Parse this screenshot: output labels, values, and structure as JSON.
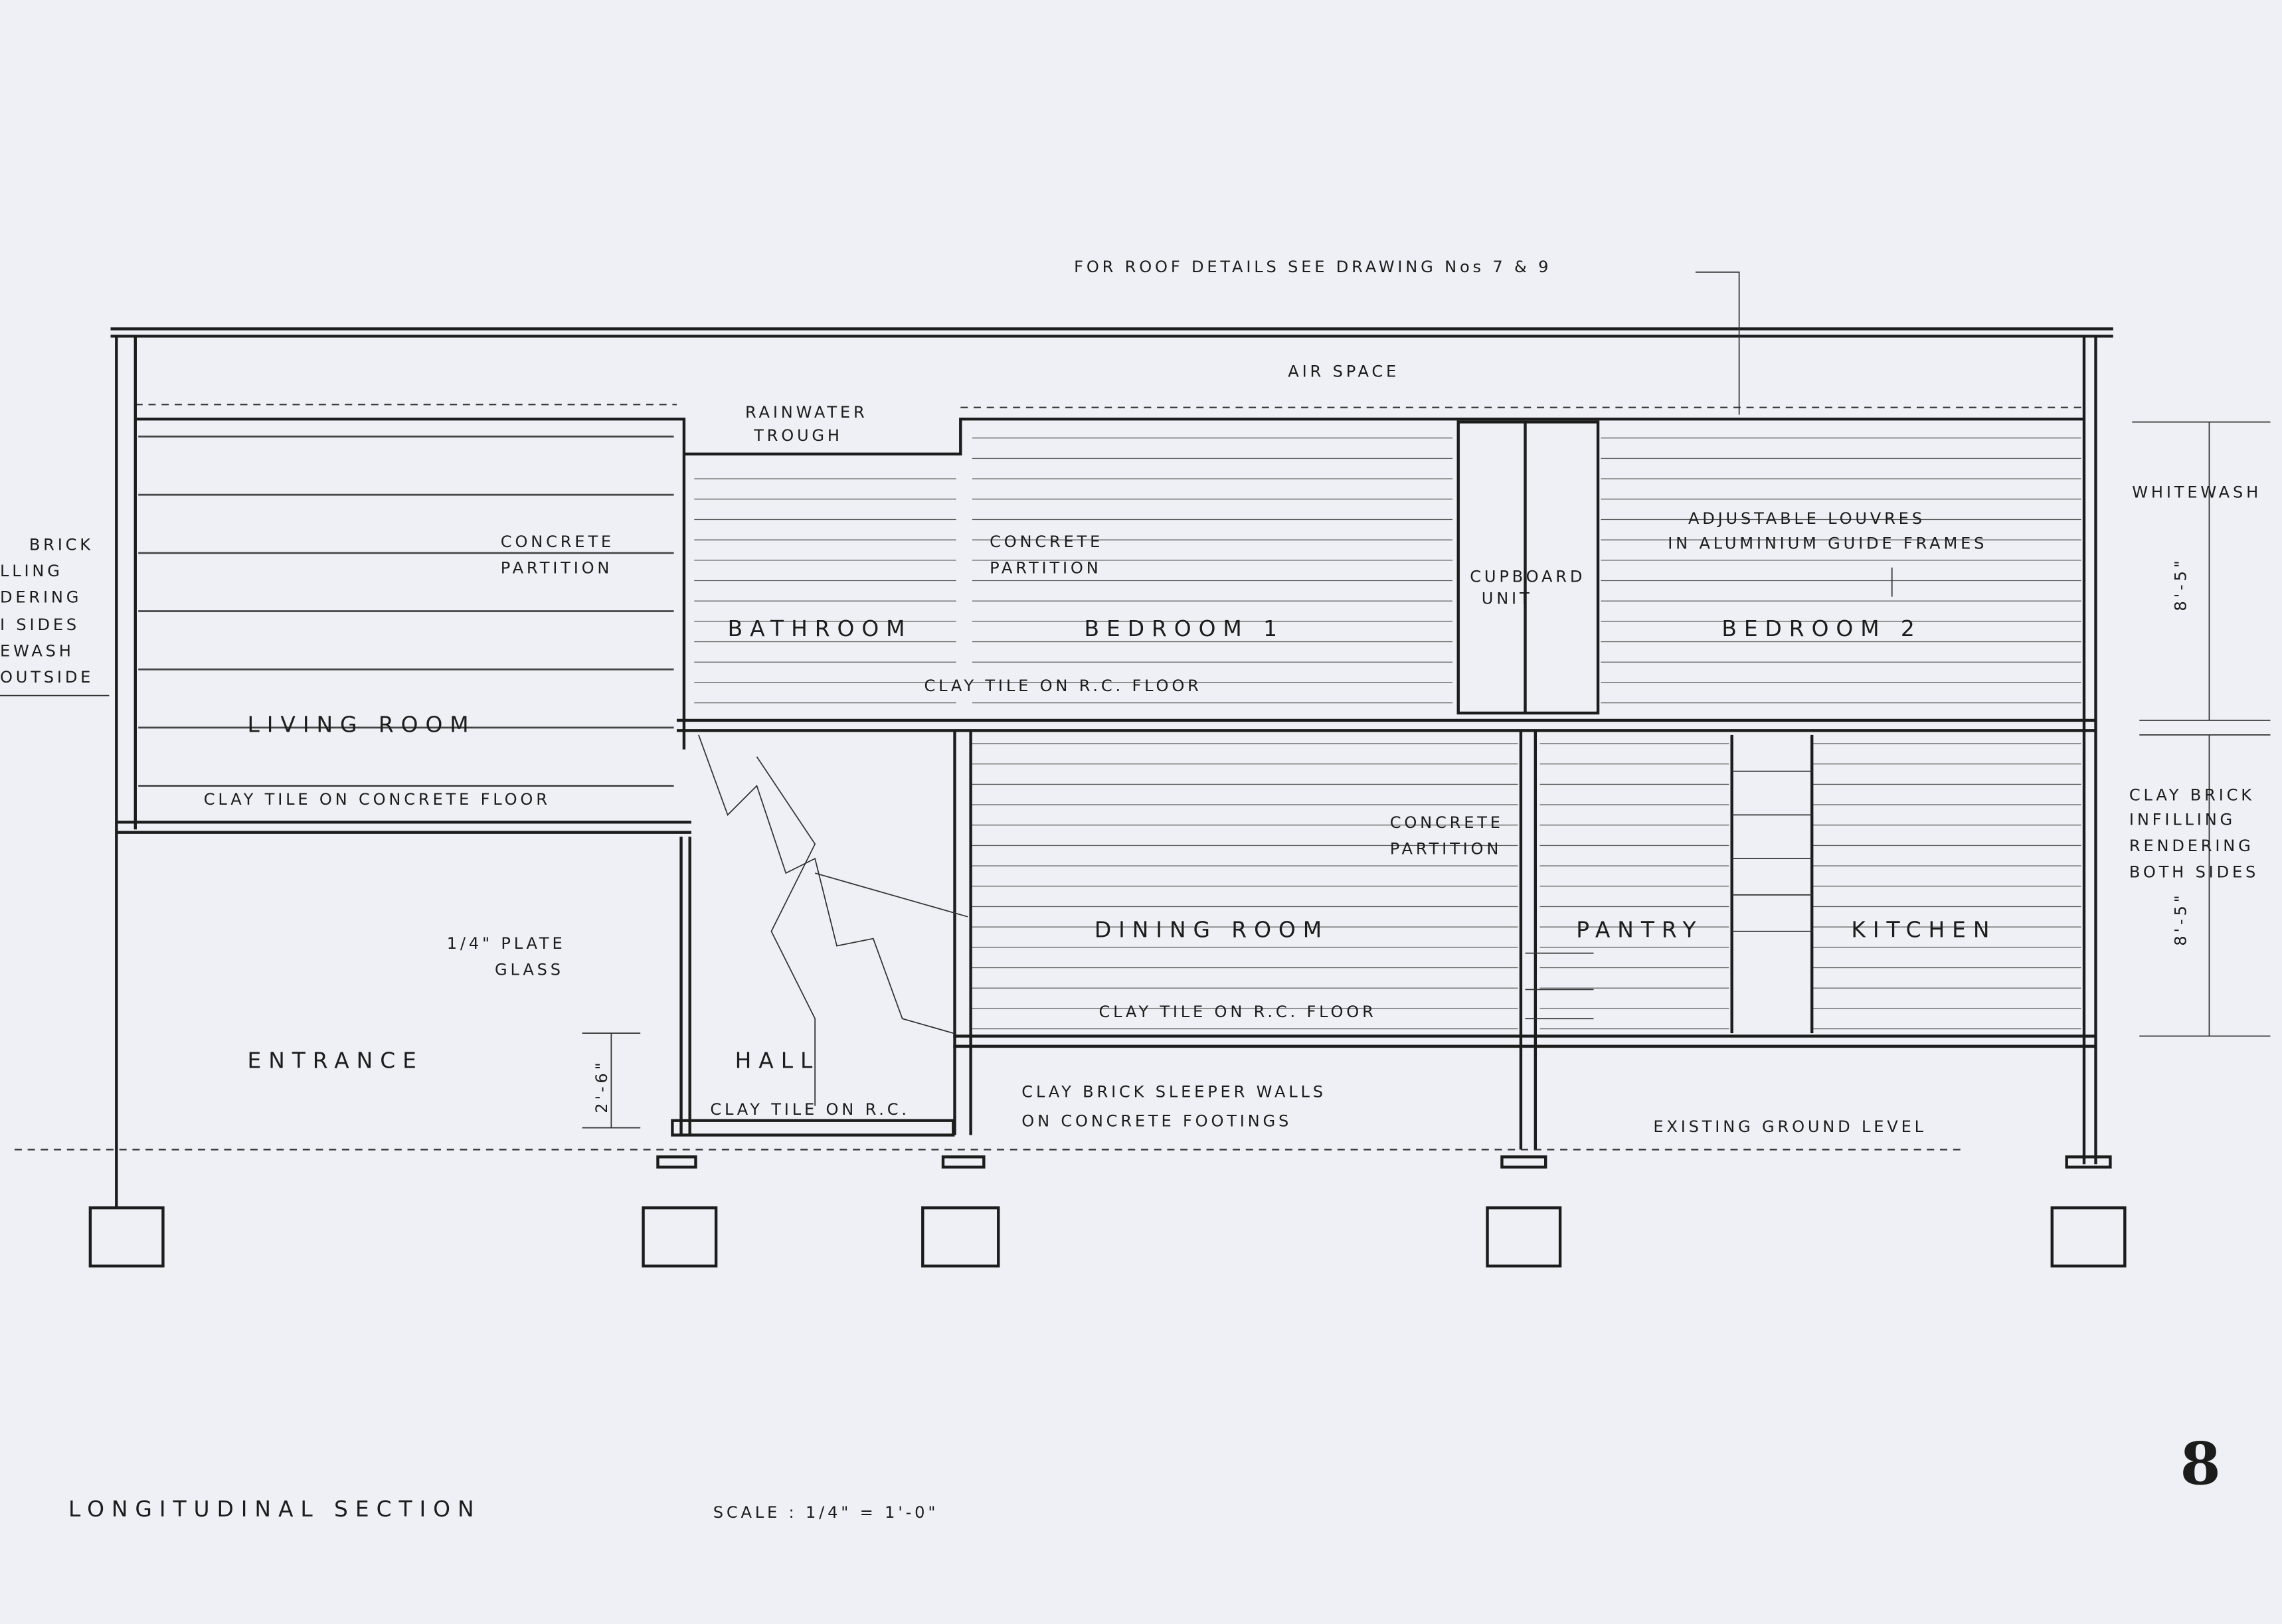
{
  "drawing": {
    "title": "LONGITUDINAL SECTION",
    "scale": "SCALE  :  1/4\" = 1'-0\"",
    "sheet_number": "8",
    "roof_note": "FOR ROOF DETAILS SEE DRAWING Nos 7 & 9",
    "air_space": "AIR SPACE",
    "rainwater": [
      "RAINWATER",
      "TROUGH"
    ],
    "concrete_partition_1": [
      "CONCRETE",
      "PARTITION"
    ],
    "concrete_partition_2": [
      "CONCRETE",
      "PARTITION"
    ],
    "concrete_partition_3": [
      "CONCRETE",
      "PARTITION"
    ],
    "cupboard": [
      "CUPBOARD",
      "UNIT"
    ],
    "louvres": [
      "ADJUSTABLE   LOUVRES",
      "IN ALUMINIUM  GUIDE FRAMES"
    ],
    "whitewash": "WHITEWASH",
    "left_note": [
      "BRICK",
      "LLING",
      "DERING",
      "I SIDES",
      "EWASH",
      "OUTSIDE"
    ],
    "right_note": [
      "CLAY  BRICK",
      "INFILLING",
      "RENDERING",
      "BOTH SIDES"
    ],
    "dim_upper": "8'-5\"",
    "dim_lower": "8'-5\"",
    "dim_step": "2'-6\"",
    "plate_glass": [
      "1/4\"  PLATE",
      "GLASS"
    ],
    "floor_upper": "CLAY  TILE  ON  R.C.  FLOOR",
    "floor_living": "CLAY  TILE  ON  CONCRETE  FLOOR",
    "floor_ground": "CLAY  TILE  ON   R.C.  FLOOR",
    "floor_hall": "CLAY TILE ON R.C.",
    "sleeper": [
      "CLAY  BRICK  SLEEPER  WALLS",
      "ON  CONCRETE  FOOTINGS"
    ],
    "ground_level": "EXISTING  GROUND  LEVEL",
    "rooms": {
      "bathroom": "BATHROOM",
      "bedroom1": "BEDROOM  1",
      "bedroom2": "BEDROOM  2",
      "living": "LIVING    ROOM",
      "dining": "DINING  ROOM",
      "pantry": "PANTRY",
      "kitchen": "KITCHEN",
      "entrance": "ENTRANCE",
      "hall": "HALL"
    }
  }
}
